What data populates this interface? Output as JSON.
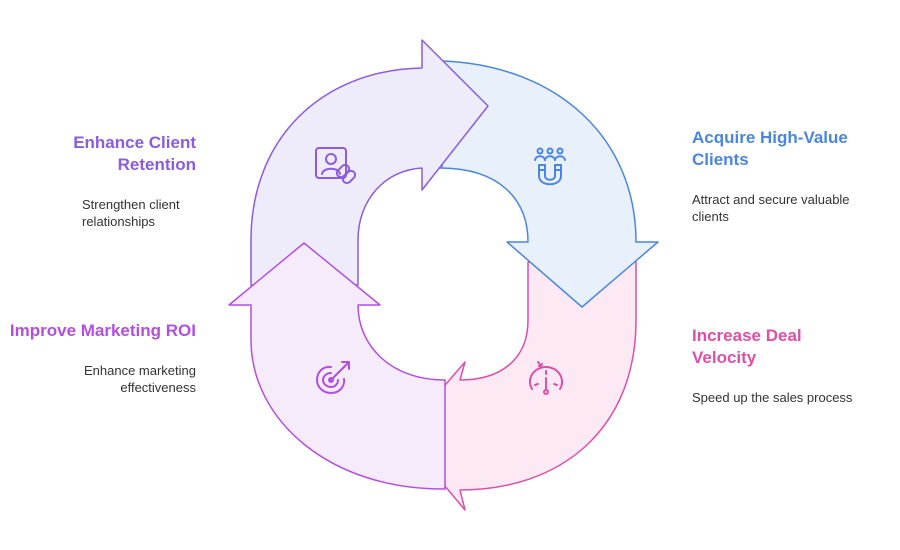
{
  "steps": {
    "retention": {
      "title": "Enhance Client Retention",
      "description": "Strengthen client relationships",
      "icon": "client-link-icon",
      "color": "#8a5ce0",
      "fill": "#eeecfa"
    },
    "acquire": {
      "title": "Acquire High-Value Clients",
      "description": "Attract and secure valuable clients",
      "icon": "magnet-people-icon",
      "color": "#4a86e0",
      "fill": "#e8f0fc"
    },
    "velocity": {
      "title": "Increase Deal Velocity",
      "description": "Speed up the sales process",
      "icon": "speedometer-icon",
      "color": "#dd4fa8",
      "fill": "#fce9f3"
    },
    "roi": {
      "title": "Improve Marketing ROI",
      "description": "Enhance marketing effectiveness",
      "icon": "target-arrow-icon",
      "color": "#b24fe0",
      "fill": "#f6ebfb"
    }
  }
}
